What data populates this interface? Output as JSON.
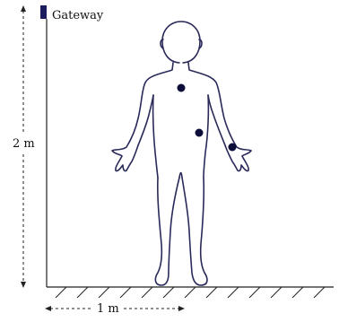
{
  "labels": {
    "gateway": "Gateway",
    "height": "2 m",
    "width": "1 m"
  },
  "colors": {
    "ink": "#1a1a2e",
    "body_outline": "#2a2a5a",
    "sensor": "#0d0d3a",
    "gateway_marker": "#1b1b5e"
  }
}
